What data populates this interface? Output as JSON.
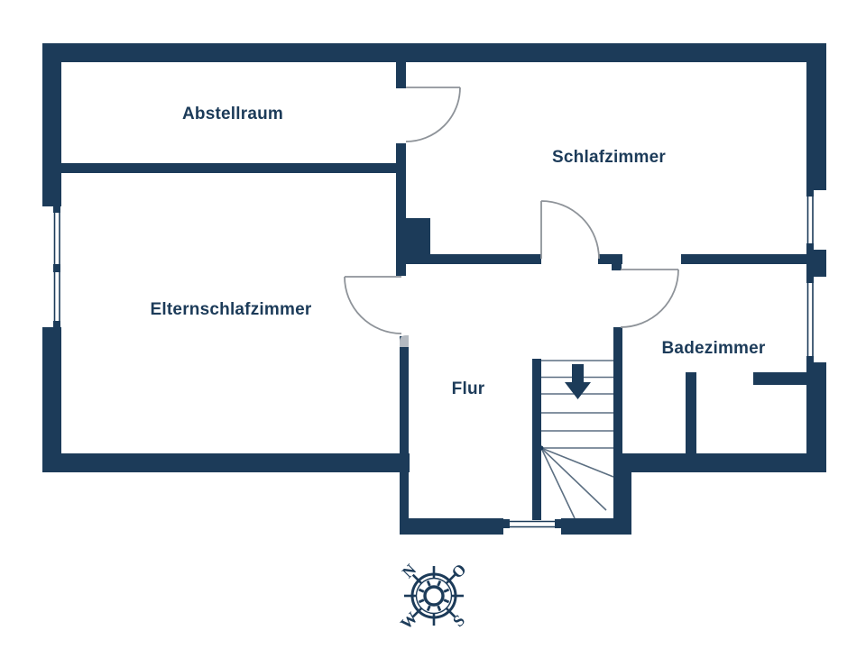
{
  "floorplan": {
    "rooms": {
      "abstellraum": "Abstellraum",
      "schlafzimmer": "Schlafzimmer",
      "elternschlafzimmer": "Elternschlafzimmer",
      "flur": "Flur",
      "badezimmer": "Badezimmer"
    },
    "compass": {
      "north": "N",
      "east": "O",
      "south": "S",
      "west": "W"
    },
    "colors": {
      "wall": "#1c3b59",
      "label_text": "#1c3b59",
      "door_arc": "#8e9399",
      "stair_line": "#5c6f82"
    }
  }
}
